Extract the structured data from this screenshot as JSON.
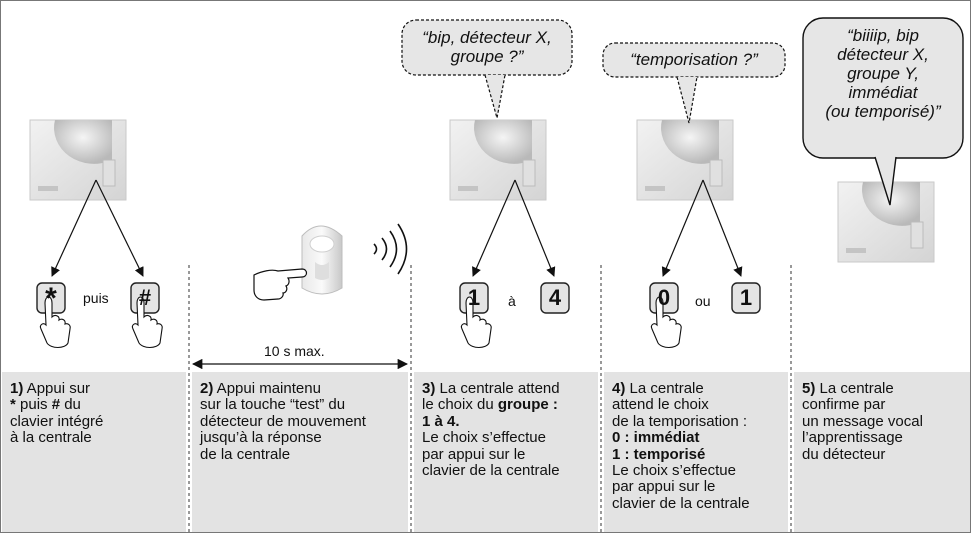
{
  "bubbles": {
    "b3": "“bip, détecteur X,\ngroupe ?”",
    "b4": "“temporisation ?”",
    "b5": "“biiiip, bip\ndétecteur X,\ngroupe Y,\nimmédiat\n(ou temporisé)”"
  },
  "keypad": {
    "step1": {
      "key_a": "*",
      "between": "puis",
      "key_b": "#"
    },
    "step3": {
      "key_a": "1",
      "between": "à",
      "key_b": "4"
    },
    "step4": {
      "key_a": "0",
      "between": "ou",
      "key_b": "1"
    }
  },
  "timing": {
    "duration": "10 s max."
  },
  "steps": [
    {
      "num": "1)",
      "text_pre": " Appui sur\n",
      "key_star": "*",
      "text_mid": " puis ",
      "key_hash": "#",
      "text_post": " du\nclavier intégré\nà la centrale"
    },
    {
      "num": "2)",
      "text": " Appui maintenu\nsur la touche “test” du\ndétecteur de mouvement\njusqu’à la réponse\nde la centrale"
    },
    {
      "num": "3)",
      "text_pre": " La centrale attend\nle choix du ",
      "bold1": "groupe :\n1 à 4.",
      "text_post": "\nLe choix s’effectue\npar appui sur le\nclavier de la centrale"
    },
    {
      "num": "4)",
      "text_pre": " La centrale\nattend le choix\nde la temporisation :\n",
      "bold1": "0 : immédiat\n1 : temporisé",
      "text_post": "\nLe choix s’effectue\npar appui sur le\nclavier de la centrale"
    },
    {
      "num": "5)",
      "text": " La centrale\nconfirme par\nun message vocal\nl’apprentissage\ndu détecteur"
    }
  ]
}
